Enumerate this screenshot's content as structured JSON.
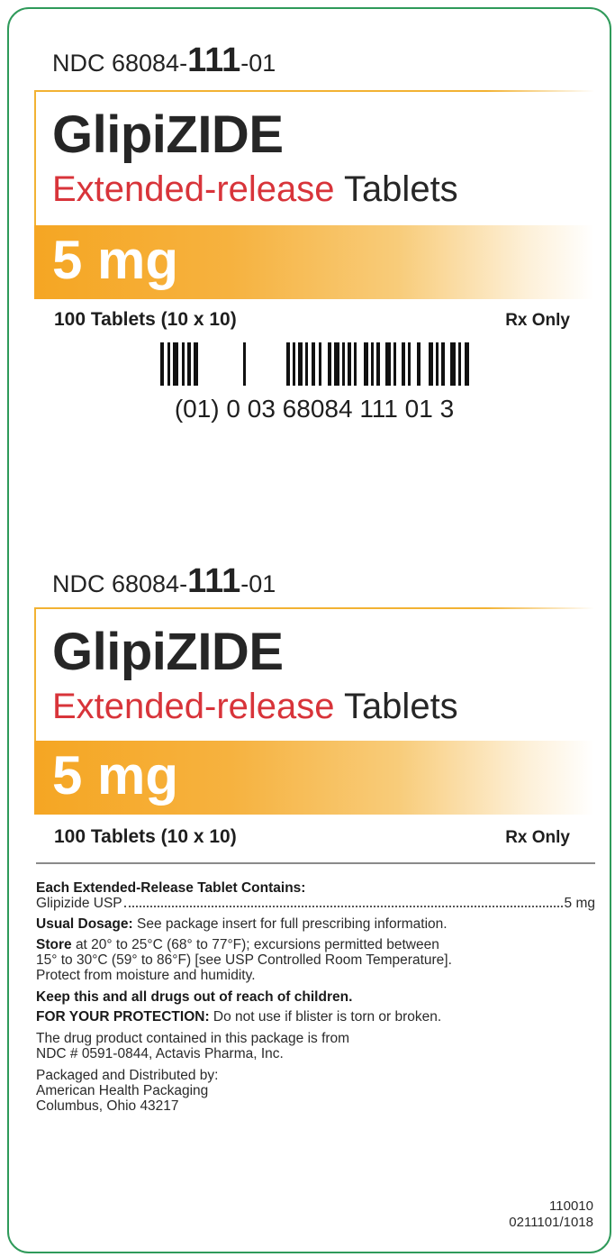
{
  "label": {
    "ndc_prefix": "NDC 68084-",
    "ndc_product": "111",
    "ndc_suffix": "-01",
    "drug_name": "GlipiZIDE",
    "release_type": "Extended-release",
    "dosage_form": "Tablets",
    "strength": "5 mg",
    "package_count": "100 Tablets (10 x 10)",
    "rx_only": "Rx Only"
  },
  "barcode": {
    "text": "(01) 0 03 68084 111 01 3"
  },
  "info": {
    "contains_heading": "Each Extended-Release Tablet Contains:",
    "ingredient_name": "Glipizide USP",
    "ingredient_amount": "5 mg",
    "dosage_label": "Usual Dosage:",
    "dosage_text": "See package insert for full prescribing information.",
    "store_label": "Store",
    "store_line1": "at 20° to 25°C (68° to 77°F); excursions permitted between",
    "store_line2": "15° to 30°C (59° to 86°F) [see USP Controlled Room Temperature].",
    "store_line3": "Protect from moisture and humidity.",
    "children_warning": "Keep this and all drugs out of reach of children.",
    "protection_label": "FOR YOUR PROTECTION:",
    "protection_text": "Do not use if blister is torn or broken.",
    "source_line1": "The drug product contained in this package is from",
    "source_line2": "NDC # 0591-0844, Actavis Pharma, Inc.",
    "distributor_line1": "Packaged and Distributed by:",
    "distributor_line2": "American Health Packaging",
    "distributor_line3": "Columbus, Ohio 43217"
  },
  "codes": {
    "item_code": "110010",
    "label_code": "0211101/1018"
  },
  "colors": {
    "border": "#2f9a5a",
    "accent_orange": "#f5a623",
    "accent_red": "#d8343a"
  }
}
